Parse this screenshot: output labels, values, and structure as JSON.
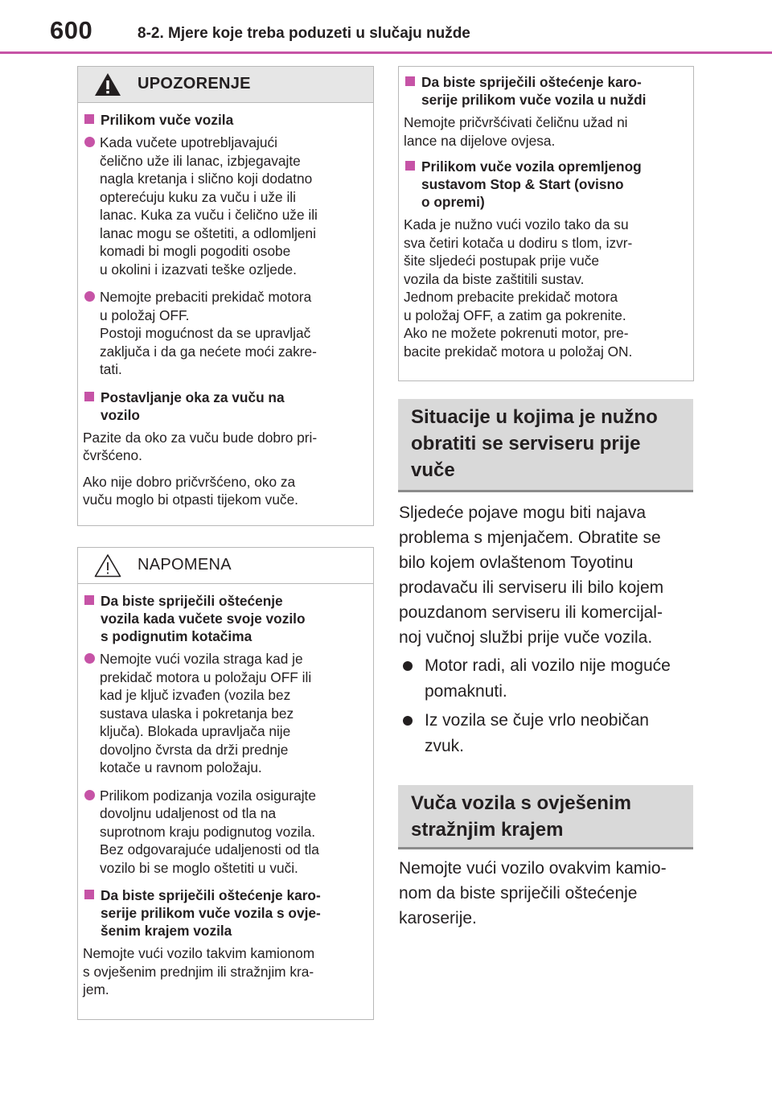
{
  "header": {
    "page_number": "600",
    "section_title": "8-2. Mjere koje treba poduzeti u slučaju nužde"
  },
  "warning_box": {
    "title": "UPOZORENJE",
    "sub1": "Prilikom vuče vozila",
    "bullet1": "Kada vučete upotrebljavajući\nčelično uže ili lanac, izbjegavajte\nnagla kretanja i slično koji dodatno\nopterećuju kuku za vuču i uže ili\nlanac. Kuka za vuču i čelično uže ili\nlanac mogu se oštetiti, a odlomljeni\nkomadi bi mogli pogoditi osobe\nu okolini i izazvati teške ozljede.",
    "bullet2": "Nemojte prebaciti prekidač motora\nu položaj OFF.\nPostoji mogućnost da se upravljač\nzaključa i da ga nećete moći zakre-\ntati.",
    "sub2": "Postavljanje oka za vuču na\nvozilo",
    "para1": "Pazite da oko za vuču bude dobro pri-\nčvršćeno.",
    "para2": "Ako nije dobro pričvršćeno, oko za\nvuču moglo bi otpasti tijekom vuče."
  },
  "notice_box": {
    "title": "NAPOMENA",
    "sub1": "Da biste spriječili oštećenje\nvozila kada vučete svoje vozilo\ns podignutim kotačima",
    "bullet1": "Nemojte vući vozila straga kad je\nprekidač motora u položaju OFF ili\nkad je ključ izvađen (vozila bez\nsustava ulaska i pokretanja bez\nključa). Blokada upravljača nije\ndovoljno čvrsta da drži prednje\nkotače u ravnom položaju.",
    "bullet2": "Prilikom podizanja vozila osigurajte\ndovoljnu udaljenost od tla na\nsuprotnom kraju podignutog vozila.\nBez odgovarajuće udaljenosti od tla\nvozilo bi se moglo oštetiti u vuči.",
    "sub2": "Da biste spriječili oštećenje karo-\nserije prilikom vuče vozila s ovje-\nšenim krajem vozila",
    "para": "Nemojte vući vozilo takvim kamionom\ns ovješenim prednjim ili stražnjim kra-\njem."
  },
  "right_box": {
    "sub1": "Da biste spriječili oštećenje karo-\nserije prilikom vuče vozila u nuždi",
    "para1": "Nemojte pričvršćivati čeličnu užad ni\nlance na dijelove ovjesa.",
    "sub2": "Prilikom vuče vozila opremljenog\nsustavom Stop & Start (ovisno\no opremi)",
    "para2": "Kada je nužno vući vozilo tako da su\nsva četiri kotača u dodiru s tlom, izvr-\nšite sljedeći postupak prije vuče\nvozila da biste zaštitili sustav.\nJednom prebacite prekidač motora\nu položaj OFF, a zatim ga pokrenite.\nAko ne možete pokrenuti motor, pre-\nbacite prekidač motora u položaj ON."
  },
  "section1": {
    "heading": "Situacije u kojima je nužno\nobratiti se serviseru prije\nvuče",
    "body": "Sljedeće pojave mogu biti najava\nproblema s mjenjačem. Obratite se\nbilo kojem ovlaštenom Toyotinu\nprodavaču ili serviseru ili bilo kojem\npouzdanom serviseru ili komercijal-\nnoj vučnoj službi prije vuče vozila.",
    "bullet1": "Motor radi, ali vozilo nije moguće\npomaknuti.",
    "bullet2": "Iz vozila se čuje vrlo neobičan\nzvuk."
  },
  "section2": {
    "heading": "Vuča vozila s ovješenim\nstražnjim krajem",
    "body": "Nemojte vući vozilo ovakvim kamio-\nnom da biste spriječili oštećenje\nkaroserije."
  },
  "colors": {
    "accent": "#c653a6",
    "head_gray": "#d9d9d9",
    "box_border": "#b8b8b8"
  },
  "icons": {
    "warning": "warning-triangle-icon",
    "notice": "caution-triangle-outline-icon"
  }
}
